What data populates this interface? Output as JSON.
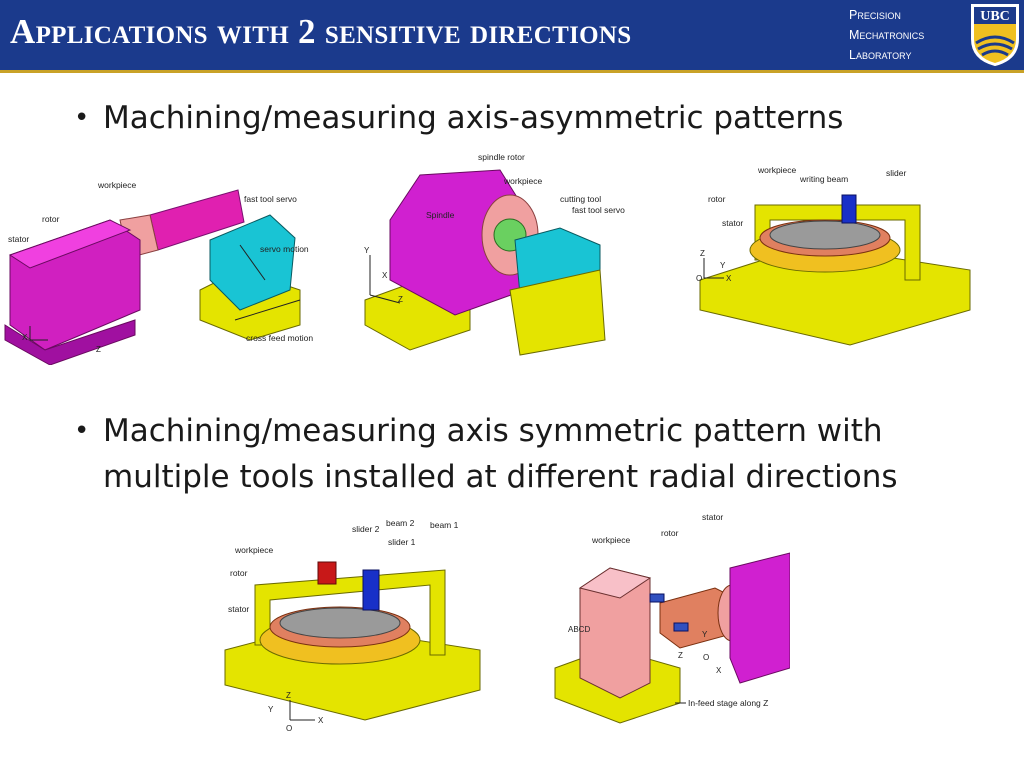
{
  "header": {
    "title": "Applications with 2 sensitive directions",
    "lab_line1": "Precision",
    "lab_line2": "Mechatronics",
    "lab_line3": "Laboratory",
    "logo_text": "UBC"
  },
  "bullets": [
    {
      "text": "Machining/measuring axis-asymmetric patterns"
    },
    {
      "text": "Machining/measuring axis symmetric pattern with multiple tools installed at different radial directions"
    }
  ],
  "figures": {
    "fig1": {
      "workpiece": "workpiece",
      "fast_tool_servo": "fast tool servo",
      "rotor": "rotor",
      "stator": "stator",
      "servo_motion": "servo motion",
      "cross_feed": "cross feed motion",
      "x": "X",
      "z": "Z"
    },
    "fig2": {
      "spindle_rotor": "spindle rotor",
      "workpiece": "workpiece",
      "cutting_tool": "cutting tool",
      "fast_tool_servo": "fast tool servo",
      "spindle": "Spindle",
      "y": "Y",
      "x": "X",
      "z": "Z"
    },
    "fig3": {
      "workpiece": "workpiece",
      "writing_beam": "writing beam",
      "slider": "slider",
      "rotor": "rotor",
      "stator": "stator",
      "z": "Z",
      "y": "Y",
      "x": "X",
      "o": "O"
    },
    "fig4": {
      "slider2": "slider 2",
      "beam2": "beam 2",
      "beam1": "beam 1",
      "slider1": "slider 1",
      "workpiece": "workpiece",
      "rotor": "rotor",
      "stator": "stator",
      "z": "Z",
      "y": "Y",
      "x": "X",
      "o": "O"
    },
    "fig5": {
      "workpiece": "workpiece",
      "rotor": "rotor",
      "stator": "stator",
      "abcd": "ABCD",
      "y": "Y",
      "z": "Z",
      "o": "O",
      "x": "X",
      "infeed": "In-feed stage along Z"
    }
  },
  "colors": {
    "header_bg": "#1b3a8c",
    "accent_line": "#c9a227",
    "magenta": "#d020d0",
    "yellow": "#e4e400",
    "cyan": "#19c4d4",
    "pink": "#f0a0b8"
  }
}
